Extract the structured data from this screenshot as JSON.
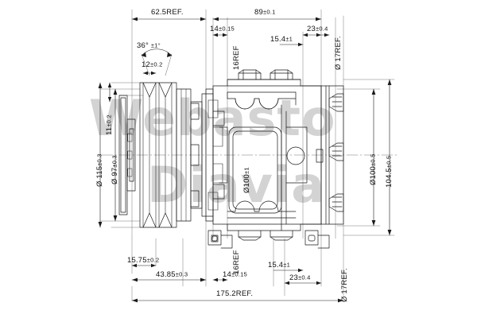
{
  "document": {
    "type": "engineering-drawing",
    "subject": "A/C compressor sectional assembly drawing",
    "background_color": "#ffffff",
    "line_color": "#1a1a1a"
  },
  "watermarks": [
    {
      "text": "Webasto",
      "color": "#b9b9b9"
    },
    {
      "text": "Diavia",
      "color": "#b9b9b9"
    }
  ],
  "dimensions": {
    "top": [
      {
        "id": "top-62-5-ref",
        "value": "62.5REF."
      },
      {
        "id": "top-89",
        "value": "89",
        "tol": "±0.1"
      },
      {
        "id": "top-14",
        "value": "14",
        "tol": "±0.15"
      },
      {
        "id": "top-23",
        "value": "23",
        "tol": "±0.4"
      },
      {
        "id": "top-16ref",
        "value": "16REF"
      },
      {
        "id": "top-dia17ref",
        "value": "Ø 17REF."
      },
      {
        "id": "top-15-4",
        "value": "15.4",
        "tol": "±1"
      },
      {
        "id": "angle-36",
        "value": "36°",
        "tol": "±1°"
      },
      {
        "id": "groove-12",
        "value": "12",
        "tol": "±0.2"
      }
    ],
    "left": [
      {
        "id": "left-dia115",
        "value": "Ø 115",
        "tol": "±0.3"
      },
      {
        "id": "left-dia97",
        "value": "Ø 97",
        "tol": "±0.3"
      },
      {
        "id": "left-11",
        "value": "11",
        "tol": "±0.2"
      }
    ],
    "right": [
      {
        "id": "right-dia100",
        "value": "Ø100",
        "tol": "±0.5"
      },
      {
        "id": "right-104-5",
        "value": "104.5",
        "tol": "±0.5"
      }
    ],
    "center": [
      {
        "id": "center-dia100",
        "value": "Ø100",
        "tol": "±1"
      }
    ],
    "bottom": [
      {
        "id": "bot-15-75",
        "value": "15.75",
        "tol": "±0.2"
      },
      {
        "id": "bot-43-85",
        "value": "43.85",
        "tol": "±0.3"
      },
      {
        "id": "bot-14",
        "value": "14",
        "tol": "±0.15"
      },
      {
        "id": "bot-16ref",
        "value": "16REF"
      },
      {
        "id": "bot-15-4",
        "value": "15.4",
        "tol": "±1"
      },
      {
        "id": "bot-23",
        "value": "23",
        "tol": "±0.4"
      },
      {
        "id": "bot-dia17ref",
        "value": "Ø 17REF."
      },
      {
        "id": "bot-175-2ref",
        "value": "175.2REF."
      }
    ]
  },
  "views": {
    "main": {
      "name": "compressor-side-section",
      "components": [
        "v-belt-pulley-2-groove",
        "clutch-plate",
        "front-housing",
        "cylinder-block",
        "suction-discharge-ports",
        "rear-head-cover",
        "mounting-lugs",
        "hex-bolts"
      ]
    }
  }
}
